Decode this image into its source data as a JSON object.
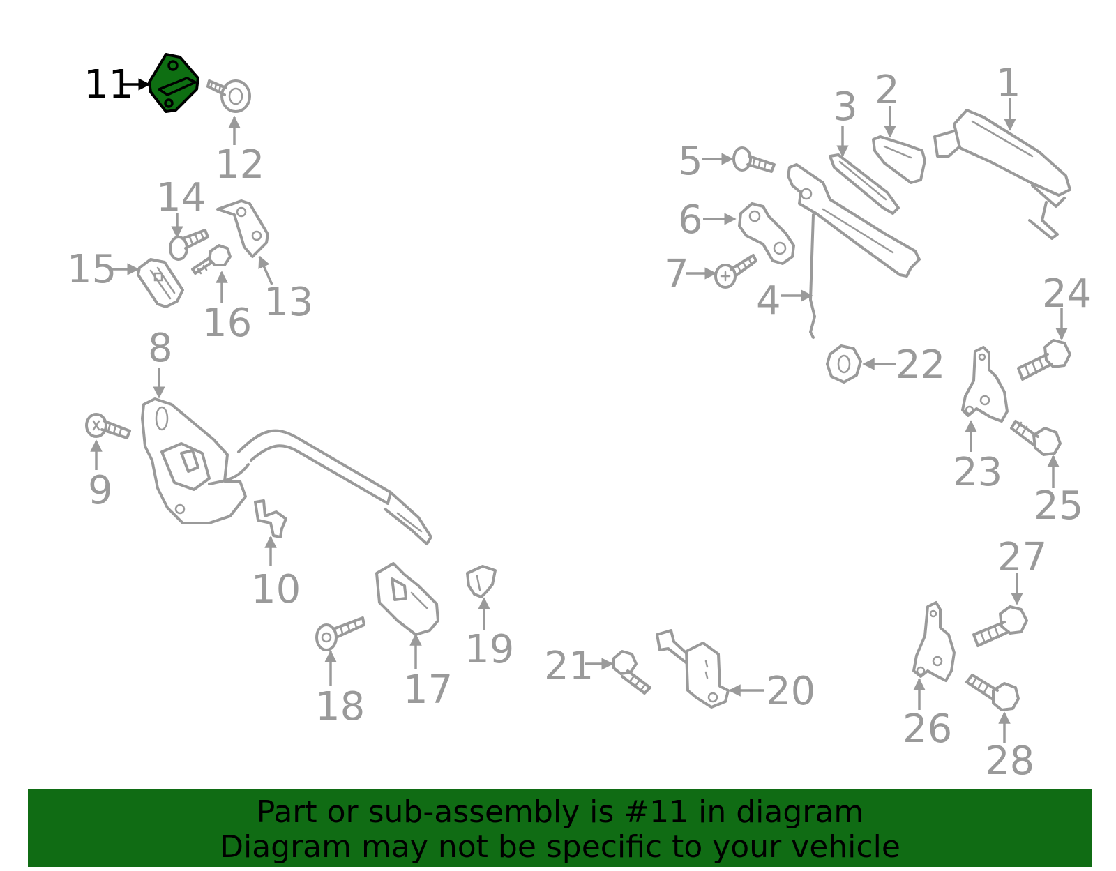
{
  "highlight_color": "#106c14",
  "highlighted_callout": "11",
  "callouts": {
    "c1": "1",
    "c2": "2",
    "c3": "3",
    "c4": "4",
    "c5": "5",
    "c6": "6",
    "c7": "7",
    "c8": "8",
    "c9": "9",
    "c10": "10",
    "c11": "11",
    "c12": "12",
    "c13": "13",
    "c14": "14",
    "c15": "15",
    "c16": "16",
    "c17": "17",
    "c18": "18",
    "c19": "19",
    "c20": "20",
    "c21": "21",
    "c22": "22",
    "c23": "23",
    "c24": "24",
    "c25": "25",
    "c26": "26",
    "c27": "27",
    "c28": "28"
  },
  "banner": {
    "line1": "Part or sub-assembly is #11 in diagram",
    "line2": "Diagram may not be specific to your vehicle"
  }
}
